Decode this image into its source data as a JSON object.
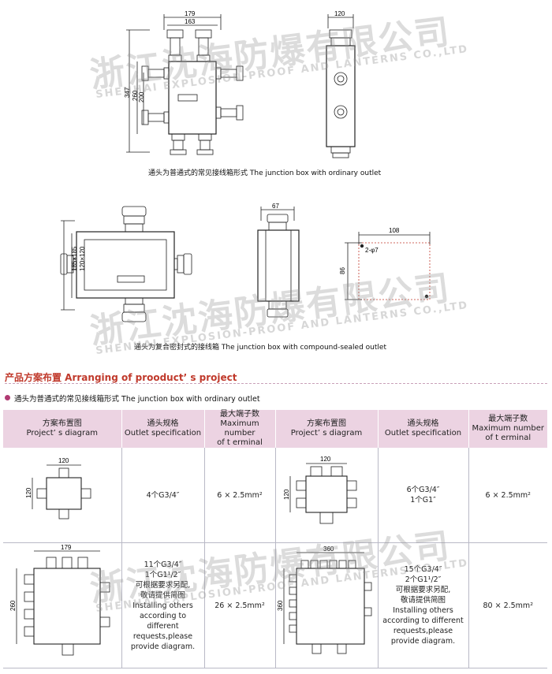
{
  "top_drawing": {
    "dims_w": [
      "179",
      "163"
    ],
    "dims_h": [
      "347",
      "260",
      "200"
    ],
    "side_w": "120",
    "caption": "通头为普通式的常见接线箱形式 The junction box with ordinary outlet"
  },
  "mid_drawing": {
    "dims_h": [
      "185×185",
      "120×120"
    ],
    "side_w": "67",
    "hole_w": "108",
    "hole_label": "2-φ7",
    "hole_h": "86",
    "caption": "通头为复合密封式的接线箱 The junction box with compound-sealed outlet"
  },
  "watermark": {
    "cn": "浙江沈海防爆有限公司",
    "en": "SHENHAI EXPLOSION-PROOF AND LANTERNS CO.,LTD"
  },
  "section": {
    "title": "产品方案布置 Arranging of prooduct’ s project",
    "subtitle": "通头为普通式的常见接线箱形式 The junction box with ordinary outlet"
  },
  "table": {
    "headers": [
      [
        "方案布置图",
        "Project’ s diagram"
      ],
      [
        "通头规格",
        "Outlet specification"
      ],
      [
        "最大端子数",
        "Maximum number",
        "of t erminal"
      ],
      [
        "方案布置图",
        "Project’ s diagram"
      ],
      [
        "通头规格",
        "Outlet specification"
      ],
      [
        "最大端子数",
        "Maximum number",
        "of t erminal"
      ]
    ],
    "r1": {
      "d1_w": "120",
      "d1_h": "120",
      "spec1": "4个G3/4″",
      "term1": "6 × 2.5mm²",
      "d2_w": "120",
      "d2_h": "120",
      "spec2_a": "6个G3/4″",
      "spec2_b": "1个G1″",
      "term2": "6 × 2.5mm²"
    },
    "r2": {
      "d1_w": "179",
      "d1_h": "260",
      "spec1_a": "11个G3/4″",
      "spec1_b": "1个G1¹/2″",
      "spec1_note": [
        "可根据要求另配,",
        "敬请提供简图",
        "Installing others",
        "according to different",
        "requests,please",
        "provide diagram."
      ],
      "term1": "26 × 2.5mm²",
      "d2_w": "360",
      "d2_h": "360",
      "spec2_a": "15个G3/4″",
      "spec2_b": "2个G1¹/2″",
      "spec2_note": [
        "可根据要求另配,",
        "敬请提供简图",
        "Installing others",
        "according to different",
        "requests,please",
        "provide diagram."
      ],
      "term2": "80 × 2.5mm²"
    }
  }
}
